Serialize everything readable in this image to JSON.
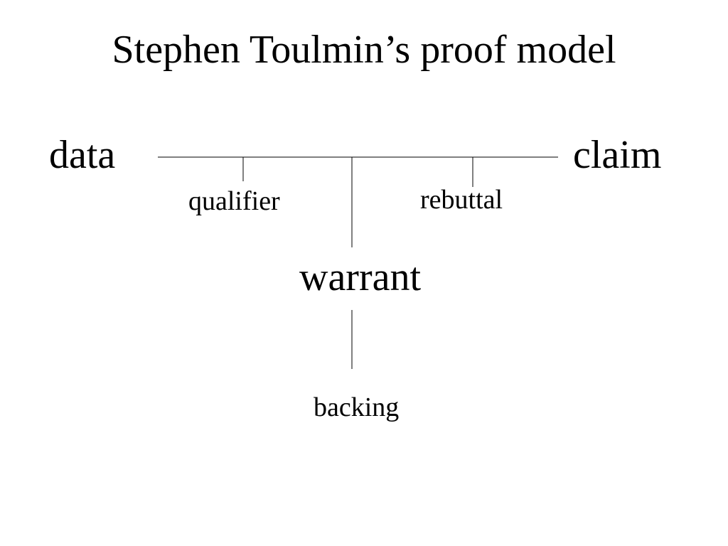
{
  "title": "Stephen Toulmin’s proof model",
  "nodes": {
    "data": "data",
    "claim": "claim",
    "qualifier": "qualifier",
    "rebuttal": "rebuttal",
    "warrant": "warrant",
    "backing": "backing"
  },
  "colors": {
    "text": "#000000",
    "lines": "#000000",
    "background": "#ffffff"
  }
}
